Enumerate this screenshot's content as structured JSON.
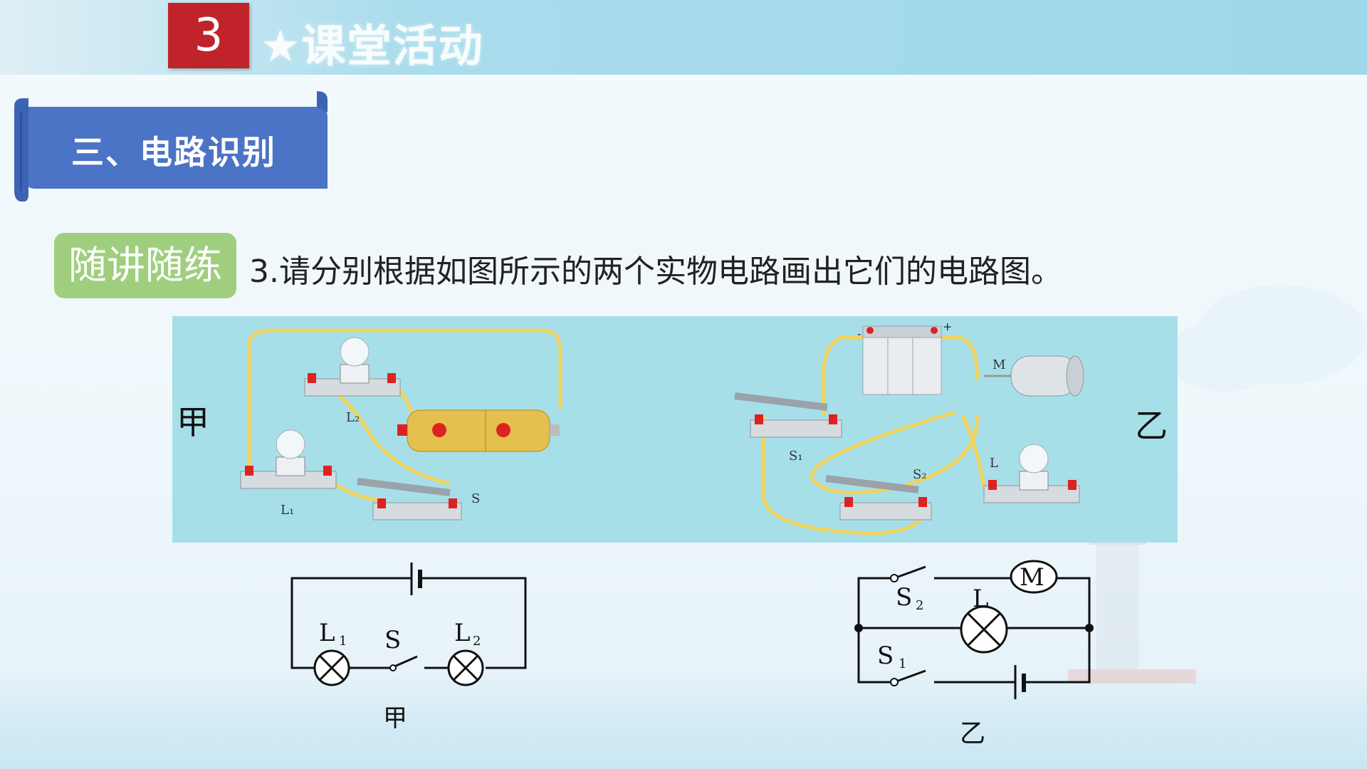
{
  "header": {
    "number": "3",
    "title": "★课堂活动"
  },
  "ribbon": {
    "label": "三、电路识别"
  },
  "exercise": {
    "tag": "随讲随练",
    "question": "3.请分别根据如图所示的两个实物电路画出它们的电路图。"
  },
  "photo": {
    "left_circuit": {
      "caption": "甲",
      "labels": {
        "lamp1": "L₁",
        "lamp2": "L₂",
        "switch": "S"
      }
    },
    "right_circuit": {
      "caption": "乙",
      "labels": {
        "motor": "M",
        "switch1": "S₁",
        "switch2": "S₂",
        "lamp": "L",
        "minus": "-",
        "plus": "+"
      }
    }
  },
  "schematic_jia": {
    "caption": "甲",
    "labels": {
      "lamp1": "L",
      "lamp1_sub": "1",
      "switch": "S",
      "lamp2": "L",
      "lamp2_sub": "2"
    }
  },
  "schematic_yi": {
    "caption": "乙",
    "labels": {
      "switch2": "S",
      "switch2_sub": "2",
      "motor": "M",
      "lamp": "L",
      "switch1": "S",
      "switch1_sub": "1"
    }
  },
  "colors": {
    "accent_red": "#c0232a",
    "ribbon_blue": "#4b73c6",
    "tag_green": "#9fcf7e",
    "photo_bg": "#a7dfe9",
    "wire": "#f2d35a"
  }
}
